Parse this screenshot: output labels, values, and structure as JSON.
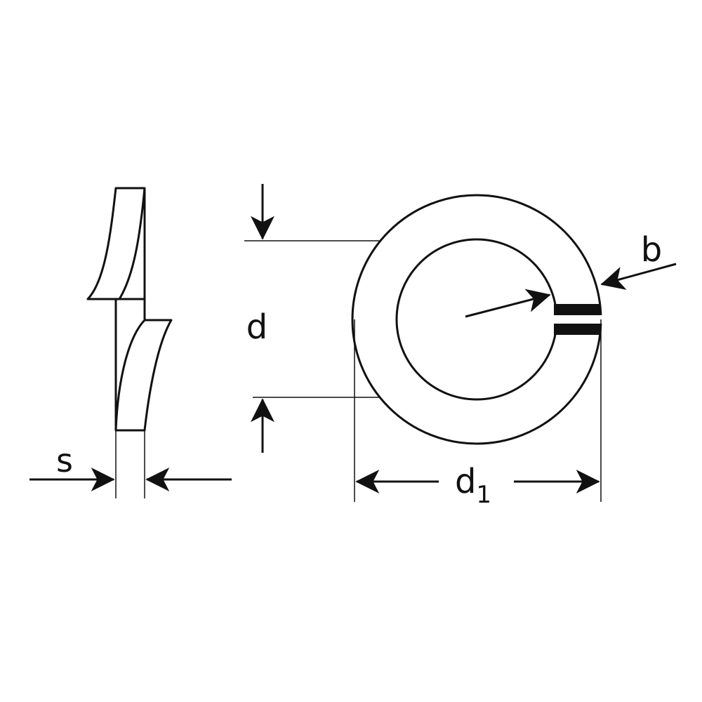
{
  "diagram": {
    "labels": {
      "s": "s",
      "d": "d",
      "b": "b",
      "d1_base": "d",
      "d1_sub": "1"
    },
    "colors": {
      "stroke": "#111111",
      "fill": "#ffffff",
      "slot": "#111111"
    }
  }
}
